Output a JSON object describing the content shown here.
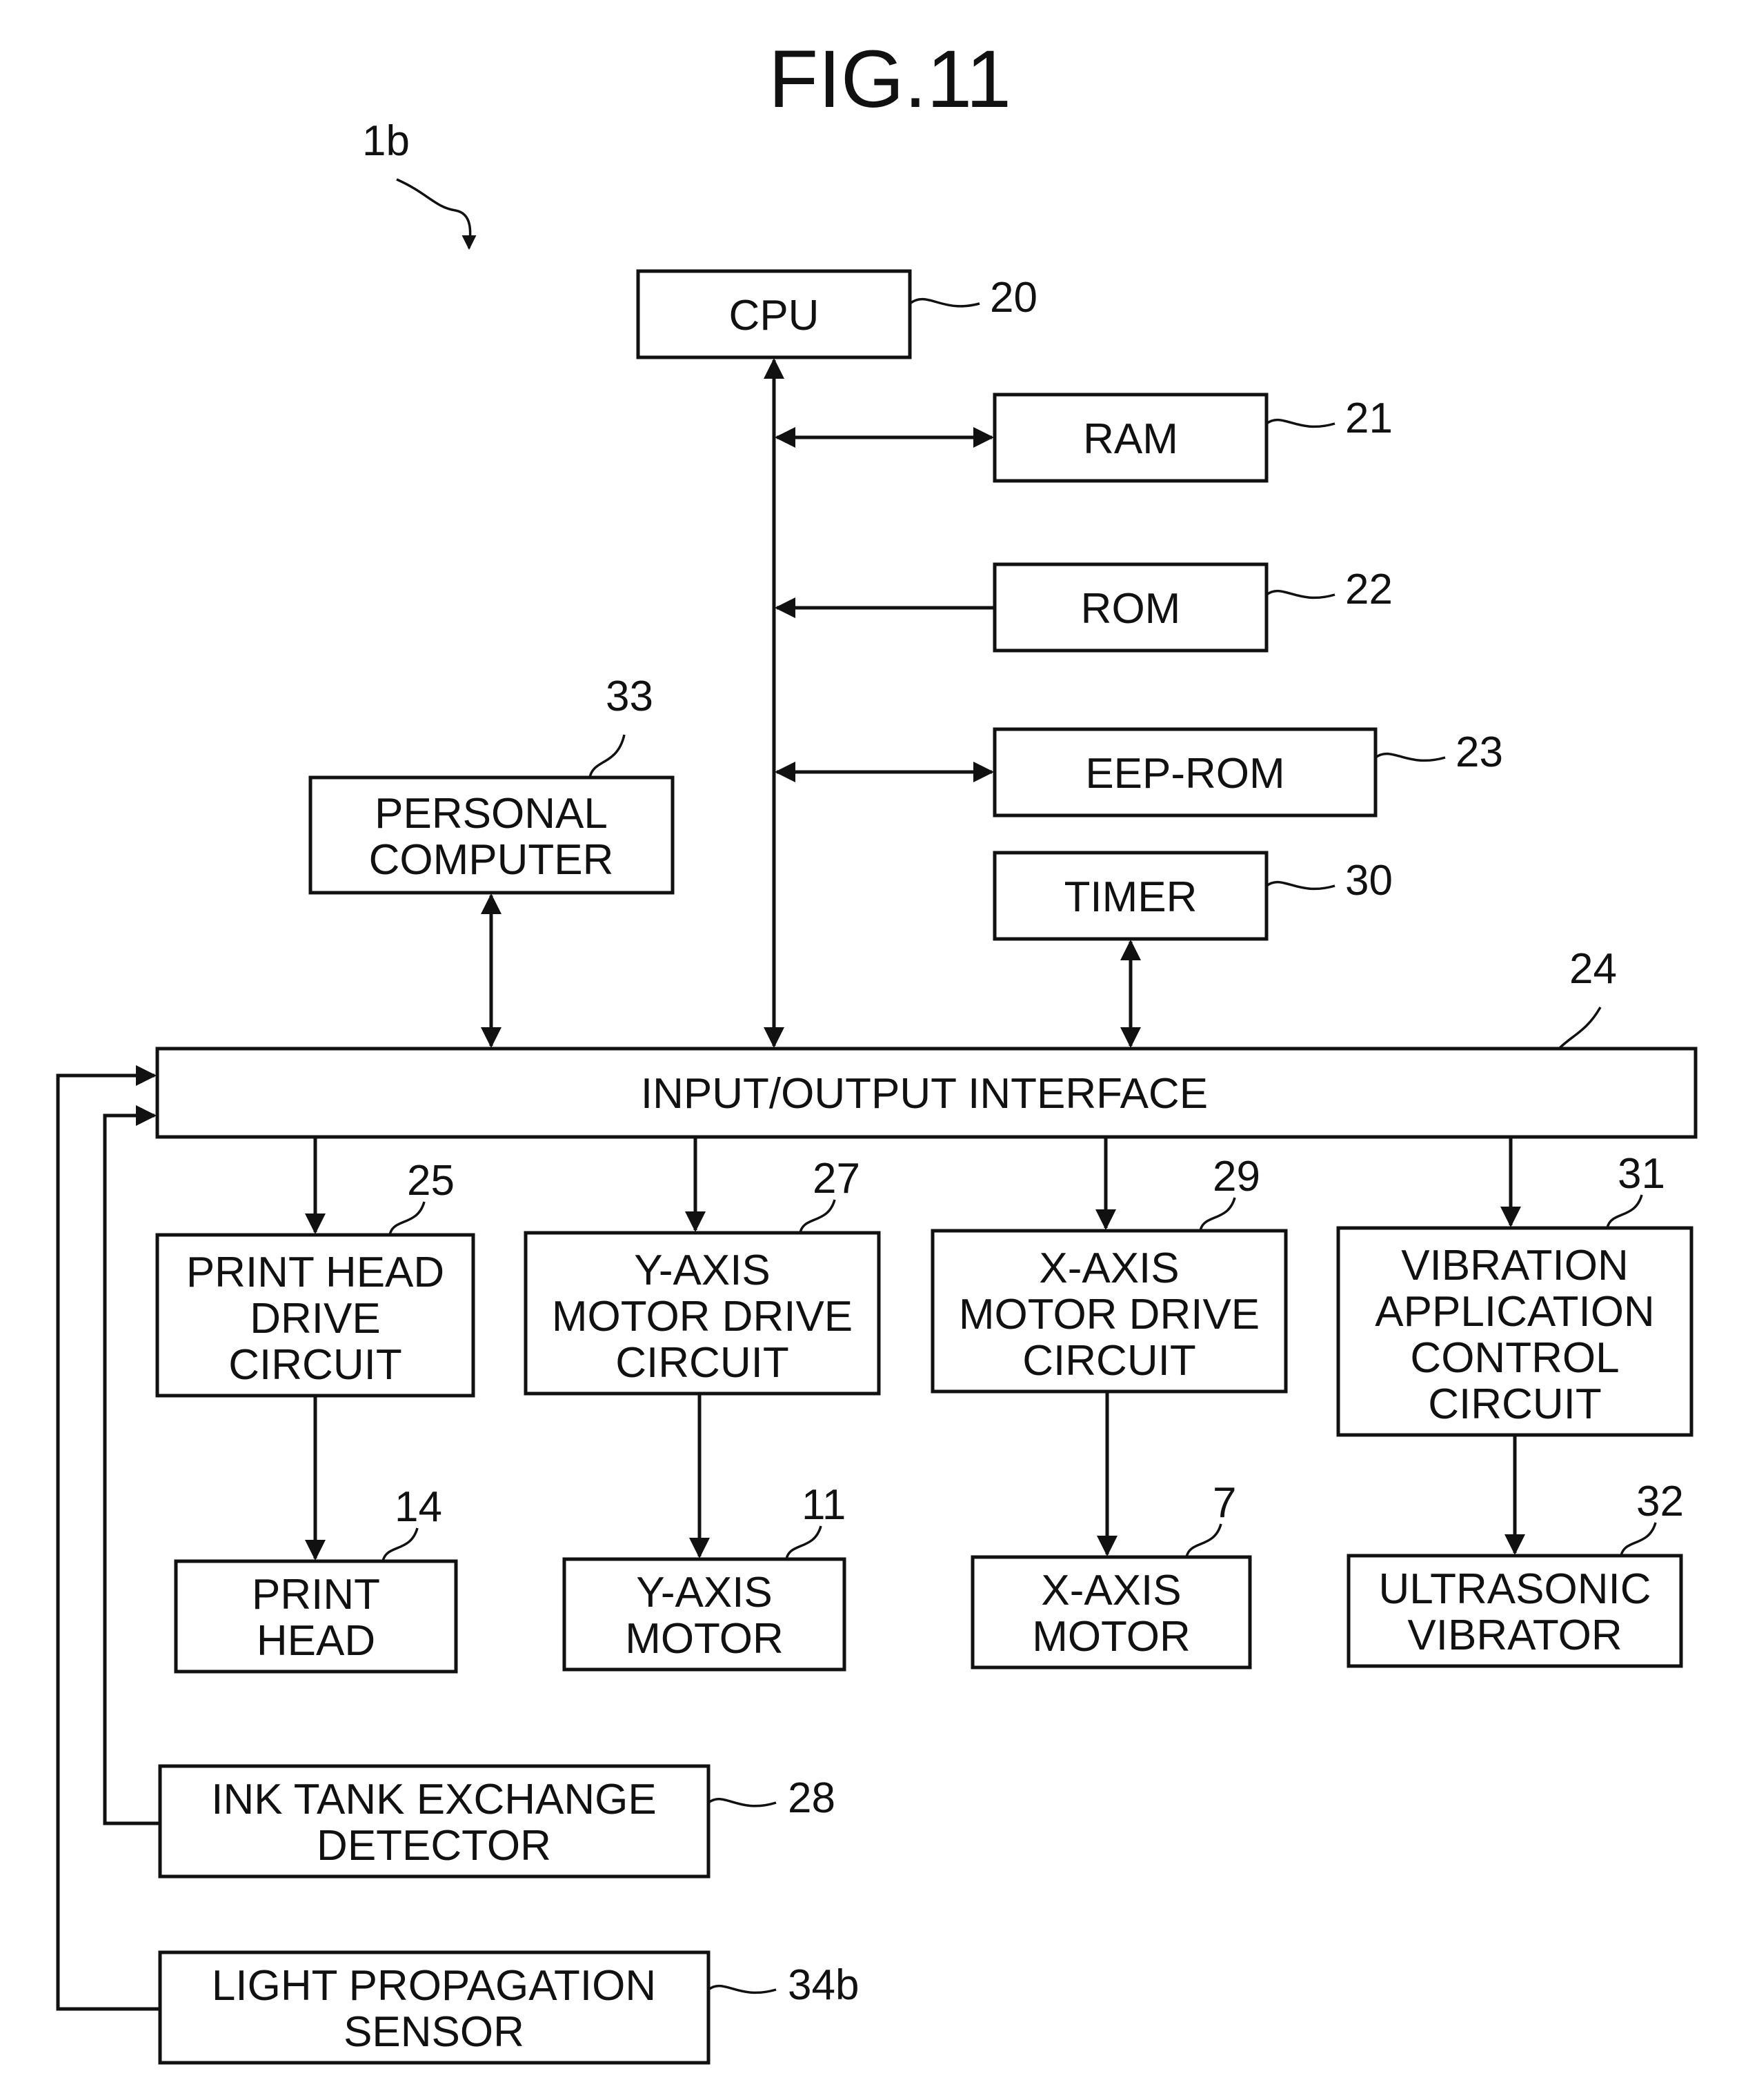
{
  "figure": {
    "title": "FIG.11",
    "device_ref": "1b"
  },
  "blocks": {
    "cpu": {
      "lines": [
        "CPU"
      ],
      "ref": "20"
    },
    "ram": {
      "lines": [
        "RAM"
      ],
      "ref": "21"
    },
    "rom": {
      "lines": [
        "ROM"
      ],
      "ref": "22"
    },
    "eeprom": {
      "lines": [
        "EEP-ROM"
      ],
      "ref": "23"
    },
    "timer": {
      "lines": [
        "TIMER"
      ],
      "ref": "30"
    },
    "pc": {
      "lines": [
        "PERSONAL",
        "COMPUTER"
      ],
      "ref": "33"
    },
    "io": {
      "lines": [
        "INPUT/OUTPUT INTERFACE"
      ],
      "ref": "24"
    },
    "phdc": {
      "lines": [
        "PRINT HEAD",
        "DRIVE",
        "CIRCUIT"
      ],
      "ref": "25"
    },
    "ymdc": {
      "lines": [
        "Y-AXIS",
        "MOTOR DRIVE",
        "CIRCUIT"
      ],
      "ref": "27"
    },
    "xmdc": {
      "lines": [
        "X-AXIS",
        "MOTOR DRIVE",
        "CIRCUIT"
      ],
      "ref": "29"
    },
    "vacc": {
      "lines": [
        "VIBRATION",
        "APPLICATION",
        "CONTROL",
        "CIRCUIT"
      ],
      "ref": "31"
    },
    "ph": {
      "lines": [
        "PRINT",
        "HEAD"
      ],
      "ref": "14"
    },
    "ym": {
      "lines": [
        "Y-AXIS",
        "MOTOR"
      ],
      "ref": "11"
    },
    "xm": {
      "lines": [
        "X-AXIS",
        "MOTOR"
      ],
      "ref": "7"
    },
    "uv": {
      "lines": [
        "ULTRASONIC",
        "VIBRATOR"
      ],
      "ref": "32"
    },
    "ink": {
      "lines": [
        "INK TANK EXCHANGE",
        "DETECTOR"
      ],
      "ref": "28"
    },
    "lps": {
      "lines": [
        "LIGHT PROPAGATION",
        "SENSOR"
      ],
      "ref": "34b"
    }
  }
}
